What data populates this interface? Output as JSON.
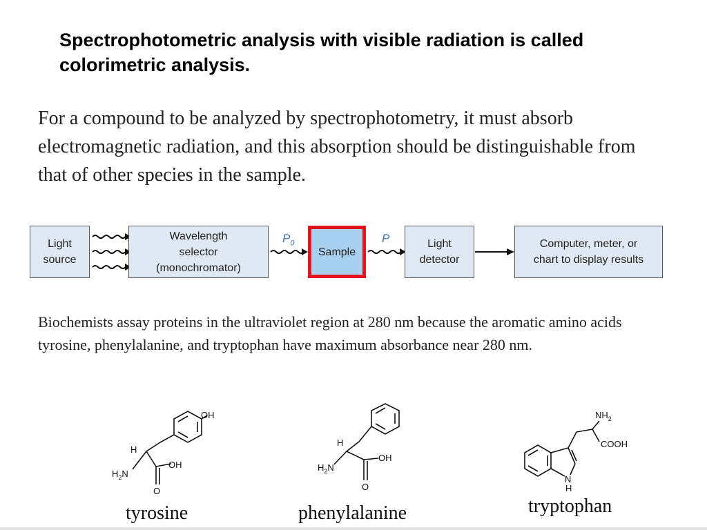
{
  "title": "Spectrophotometric analysis with visible radiation is called colorimetric analysis.",
  "intro": "For a compound to be analyzed by spectrophotometry, it must absorb electromagnetic radiation, and this absorption should be distinguishable from that of other species in the sample.",
  "diagram": {
    "light_source": [
      "Light",
      "source"
    ],
    "wavelength_selector": [
      "Wavelength",
      "selector",
      "(monochromator)"
    ],
    "sample": "Sample",
    "light_detector": [
      "Light",
      "detector"
    ],
    "output": [
      "Computer, meter, or",
      "chart to display results"
    ],
    "p0": "P",
    "p0_sub": "0",
    "p": "P"
  },
  "note": "Biochemists assay proteins in the ultraviolet region at 280 nm because the aromatic amino acids tyrosine, phenylalanine, and tryptophan have maximum absorbance near 280 nm.",
  "molecules": {
    "tyrosine": {
      "name": "tyrosine",
      "labels": {
        "oh_ring": "OH",
        "h": "H",
        "h2n": "H",
        "h2n_sub": "2",
        "h2n_n": "N",
        "oh": "OH",
        "o": "O"
      }
    },
    "phenylalanine": {
      "name": "phenylalanine",
      "labels": {
        "h": "H",
        "h2n": "H",
        "h2n_sub": "2",
        "h2n_n": "N",
        "oh": "OH",
        "o": "O"
      }
    },
    "tryptophan": {
      "name": "tryptophan",
      "labels": {
        "nh2": "NH",
        "nh2_sub": "2",
        "cooh": "COOH",
        "n": "N",
        "h": "H"
      }
    }
  }
}
